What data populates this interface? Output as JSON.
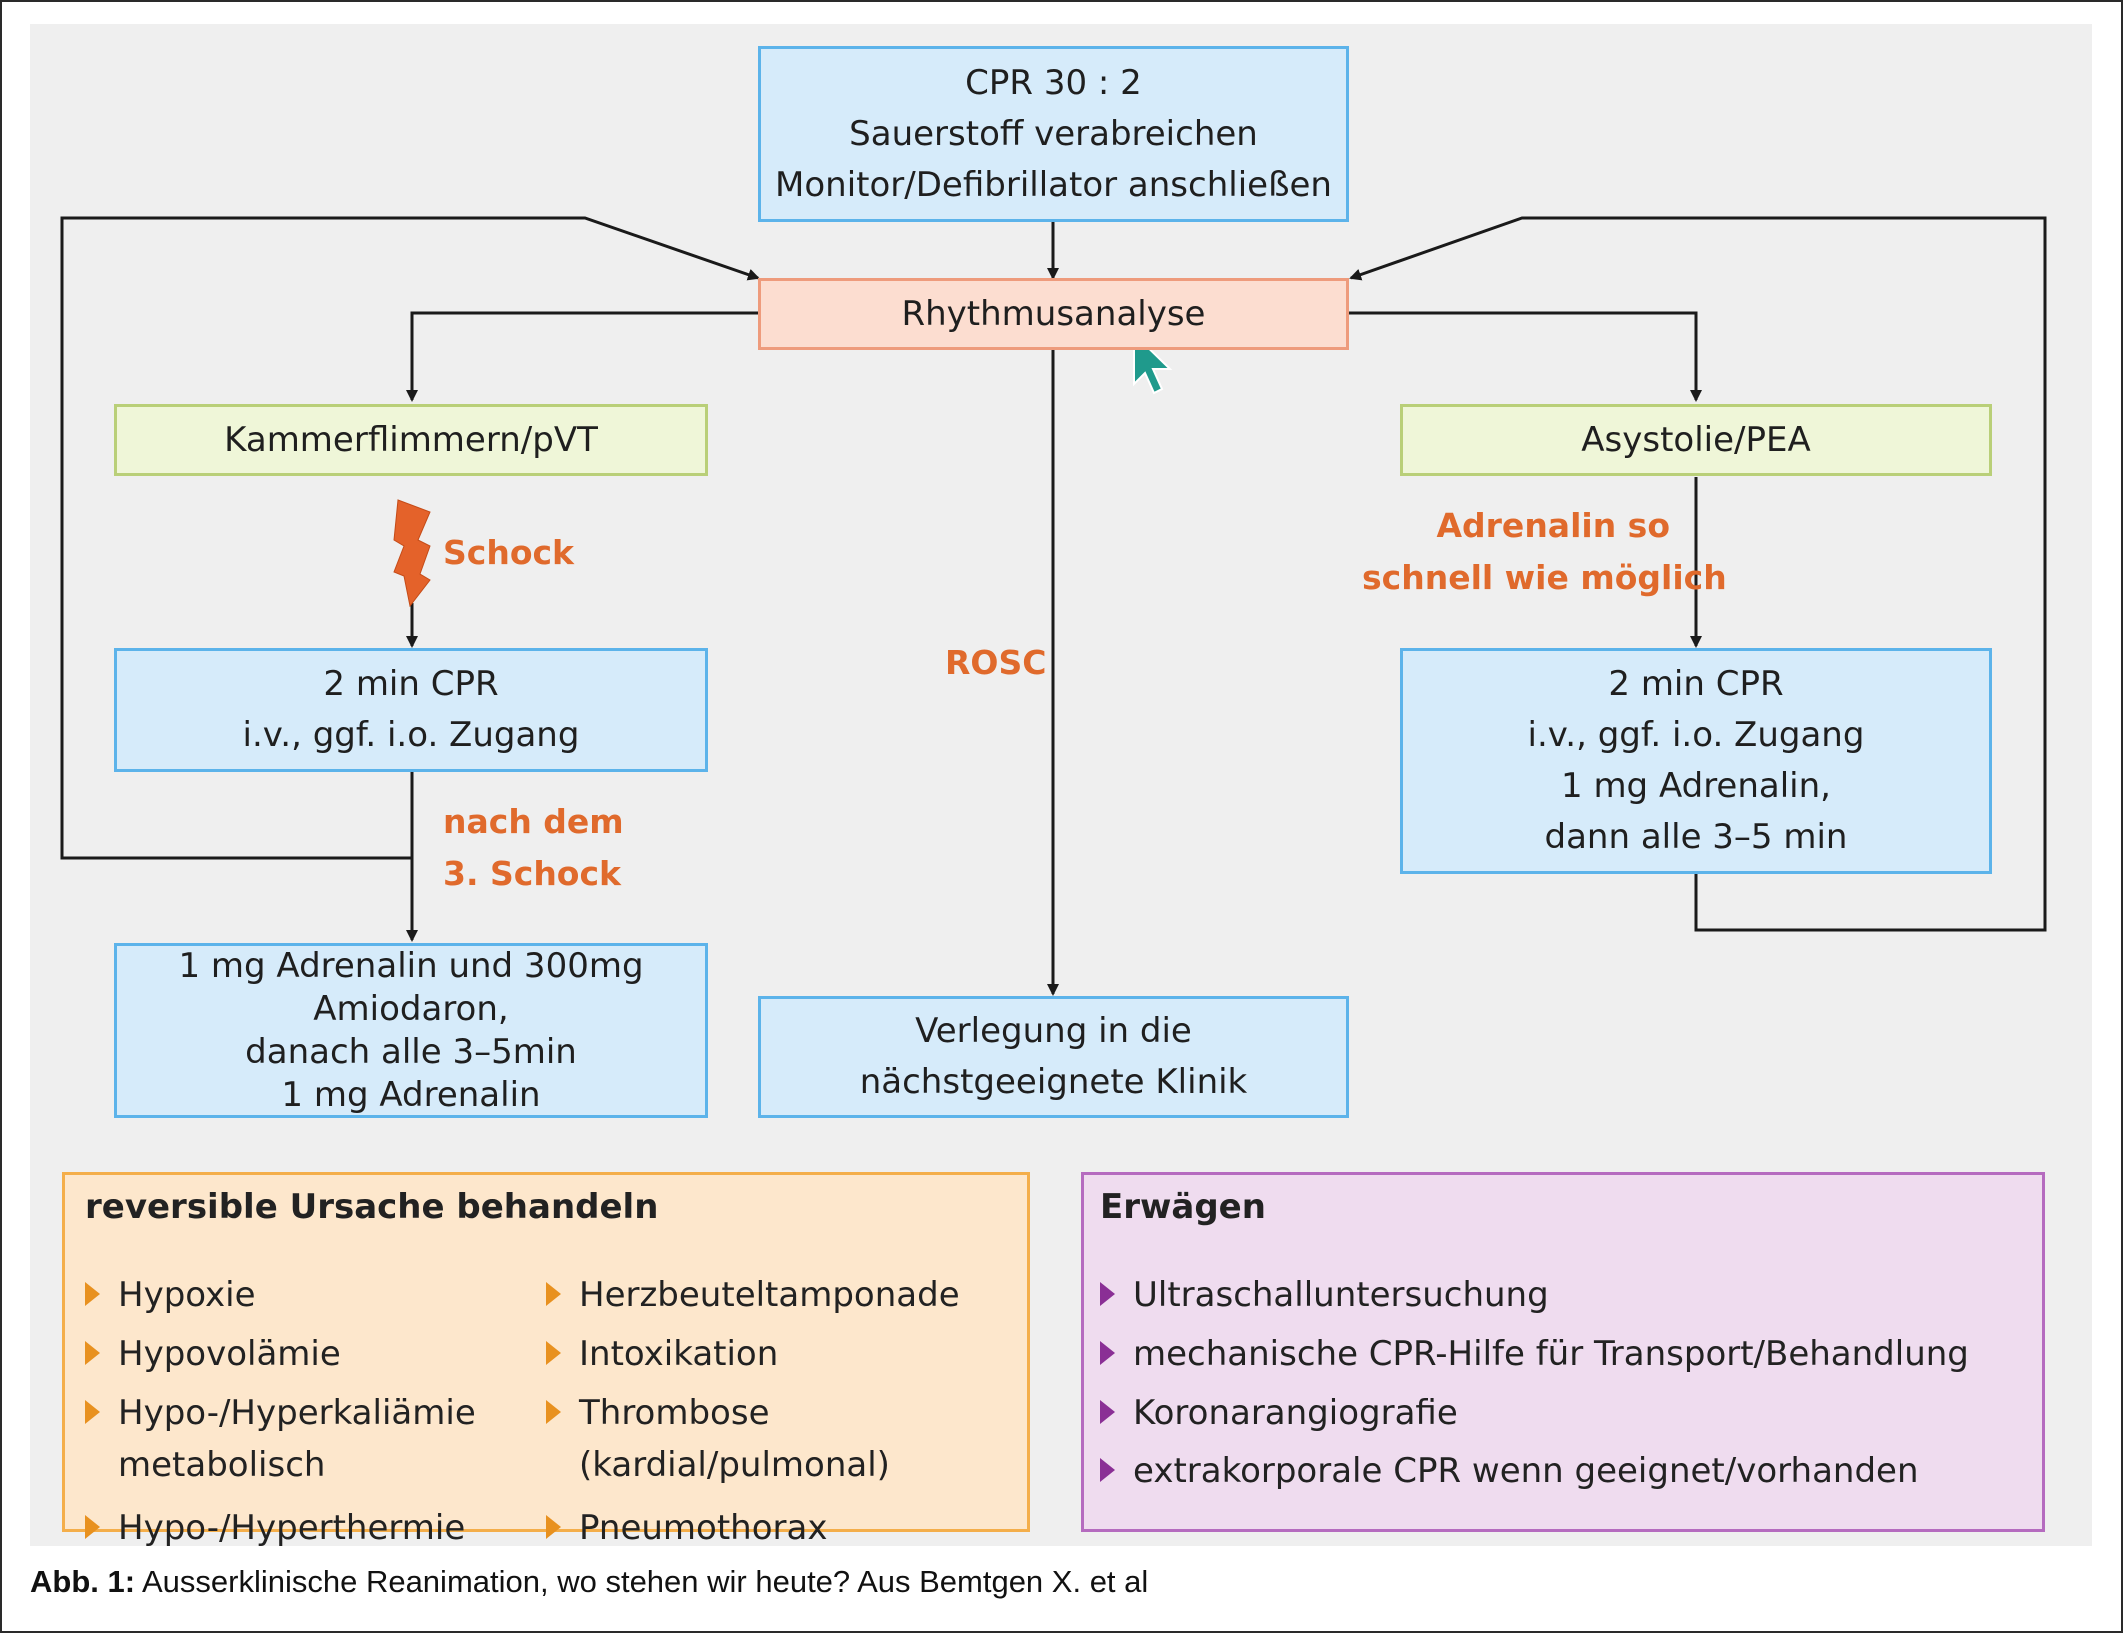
{
  "boxes": {
    "cpr": [
      "CPR 30 : 2",
      "Sauerstoff verabreichen",
      "Monitor/Defibrillator anschließen"
    ],
    "rhythm": "Rhythmusanalyse",
    "vf": "Kammerflimmern/pVT",
    "asystole": "Asystolie/PEA",
    "cpr_left": [
      "2 min CPR",
      "i.v., ggf. i.o. Zugang"
    ],
    "cpr_right": [
      "2 min CPR",
      "i.v., ggf. i.o. Zugang",
      "1 mg Adrenalin,",
      "dann alle 3–5 min"
    ],
    "adrenalin_left": [
      "1 mg Adrenalin und 300mg Amiodaron,",
      "danach alle 3–5min",
      "1 mg Adrenalin"
    ],
    "transfer": [
      "Verlegung in die",
      "nächstgeeignete Klinik"
    ]
  },
  "labels": {
    "shock": "Schock",
    "adrenalin_fast": [
      "Adrenalin so",
      "schnell wie möglich"
    ],
    "rosc": "ROSC",
    "after_shock": [
      "nach dem",
      "3. Schock"
    ]
  },
  "reversible": {
    "title": "reversible Ursache behandeln",
    "col1": [
      "Hypoxie",
      "Hypovolämie",
      "Hypo-/Hyperkaliämie",
      "Hypo-/Hyperthermie"
    ],
    "col1_continuation": "metabolisch",
    "col2": [
      "Herzbeuteltamponade",
      "Intoxikation",
      "Thrombose",
      "Pneumothorax"
    ],
    "col2_continuation": "(kardial/pulmonal)"
  },
  "consider": {
    "title": "Erwägen",
    "items": [
      "Ultraschalluntersuchung",
      "mechanische CPR-Hilfe für Transport/Behandlung",
      "Koronarangiografie",
      "extrakorporale CPR wenn geeignet/vorhanden"
    ]
  },
  "caption": {
    "label": "Abb. 1:",
    "text": " Ausserklinische Reanimation, wo stehen wir heute? Aus Bemtgen X. et al"
  },
  "colors": {
    "blue_fill": "#d6ebfa",
    "blue_border": "#5cb3ea",
    "salmon_fill": "#fcddd0",
    "salmon_border": "#ee9b7c",
    "green_fill": "#eff6d8",
    "green_border": "#b9cf78",
    "accent_orange": "#e06a2c",
    "cursor": "#1f9a8c"
  },
  "icons": [
    "lightning-bolt-icon",
    "mouse-cursor-icon",
    "bullet-triangle-icon"
  ]
}
